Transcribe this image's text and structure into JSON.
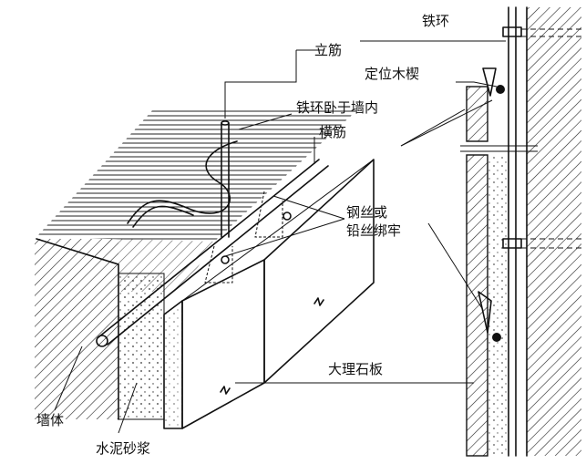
{
  "labels": {
    "vertical_bar": "立筋",
    "iron_ring_inside_wall": "铁环卧于墙内",
    "horizontal_bar": "横筋",
    "wire_tied": "钢丝或",
    "wire_tied_2": "铅丝绑牢",
    "marble_slab": "大理石板",
    "wall_body": "墙体",
    "cement_mortar": "水泥砂浆",
    "iron_ring": "铁环",
    "positioning_wedge": "定位木楔"
  }
}
